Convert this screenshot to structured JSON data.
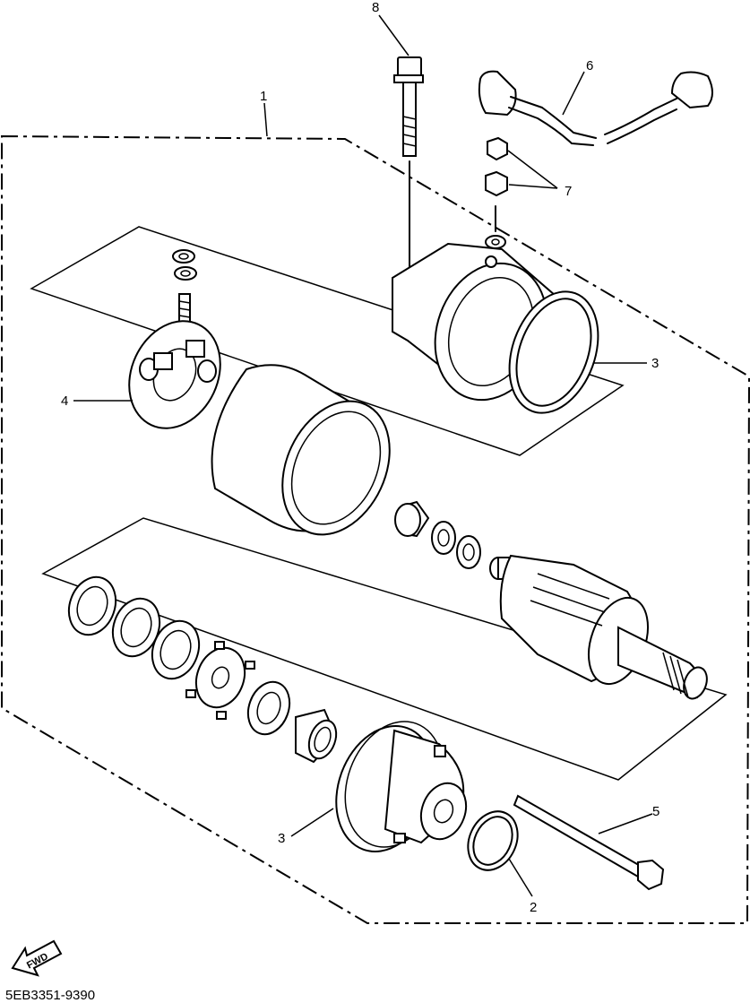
{
  "callouts": {
    "c1": "1",
    "c2": "2",
    "c3a": "3",
    "c3b": "3",
    "c4": "4",
    "c5": "5",
    "c6": "6",
    "c7": "7",
    "c8": "8"
  },
  "direction_label": "FWD",
  "drawing_code": "5EB3351-9390"
}
